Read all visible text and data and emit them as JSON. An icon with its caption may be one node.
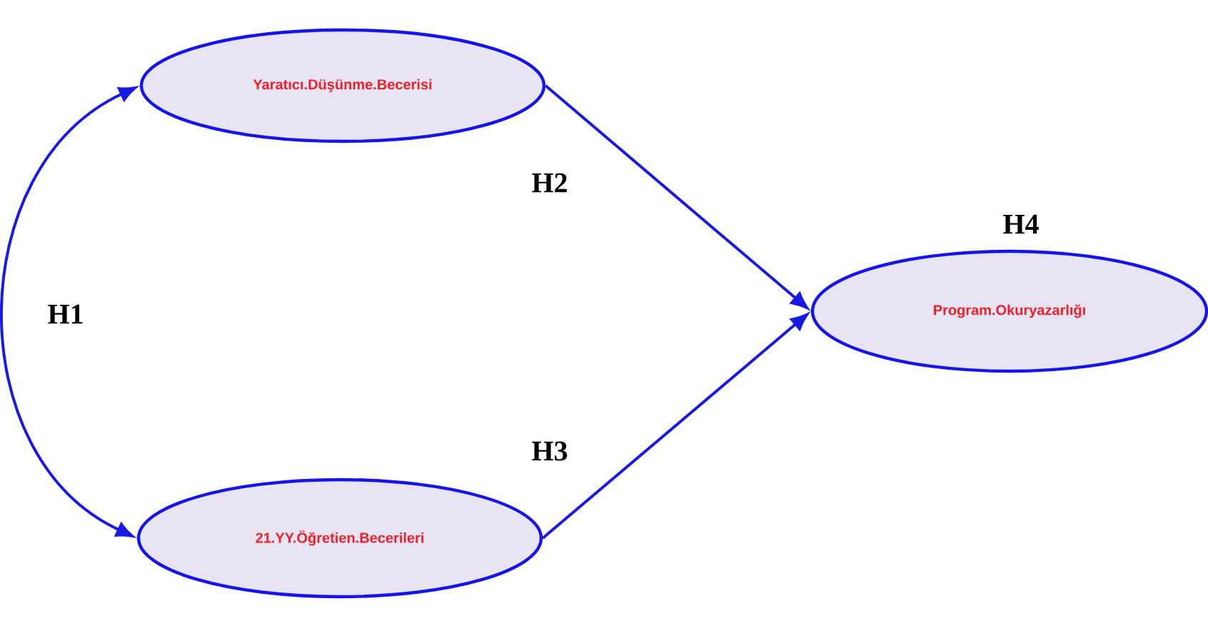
{
  "diagram": {
    "nodes": [
      {
        "text": [
          "Yaratıcı.Düşünme.Becerisi"
        ]
      },
      {
        "text": [
          "21.YY.Öğretien.Becerileri"
        ]
      },
      {
        "text": [
          "Program.Okuryazarlığı"
        ],
        "beside": [
          "H4"
        ]
      }
    ],
    "edges": [
      {
        "from": 0,
        "to": 1,
        "arrow": "both",
        "label": "H1"
      },
      {
        "from": 0,
        "to": 2,
        "arrow": "to",
        "label": "H2"
      },
      {
        "from": 1,
        "to": 2,
        "arrow": "to",
        "label": "H3"
      }
    ]
  }
}
